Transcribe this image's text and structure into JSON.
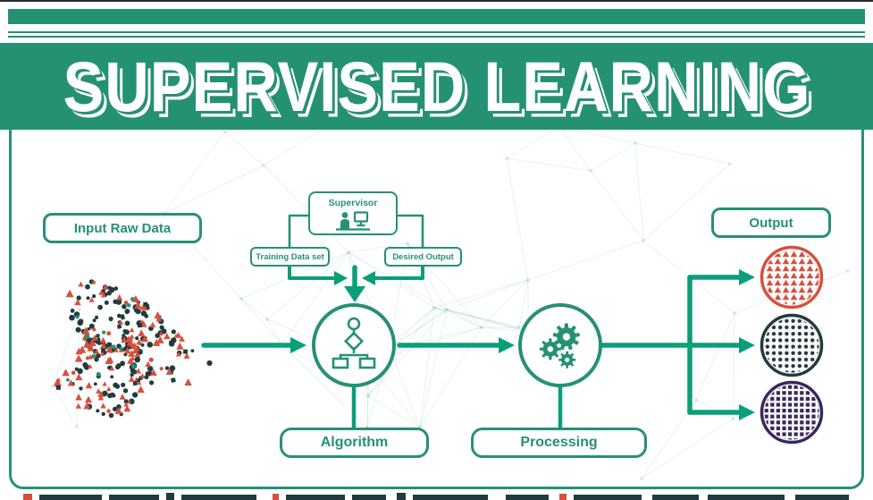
{
  "banner": {
    "title": "SUPERVISED LEARNING"
  },
  "boxes": {
    "input": "Input Raw Data",
    "supervisor": "Supervisor",
    "training": "Training Data set",
    "desired": "Desired Output",
    "algorithm": "Algorithm",
    "processing": "Processing",
    "output": "Output"
  },
  "icons": {
    "supervisor": "person-at-computer-icon",
    "algorithm": "flowchart-icon",
    "processing": "gears-icon",
    "output_top": "red-triangles-cluster",
    "output_middle": "dark-dots-cluster",
    "output_bottom": "purple-squares-cluster"
  },
  "colors": {
    "green": "#259173",
    "arrow": "#0b9e7a",
    "red": "#d6503e",
    "dark": "#223b3e",
    "purple": "#38285c",
    "mesh": "#3d9c80",
    "page": "#ffffff"
  },
  "scatter": {
    "dot_color": "#223b3e",
    "triangle_color": "#d6503e",
    "green_color": "#259173",
    "dots": 155,
    "triangles": 100,
    "squares": 18,
    "red_dots": 14,
    "green_dots": 12
  }
}
